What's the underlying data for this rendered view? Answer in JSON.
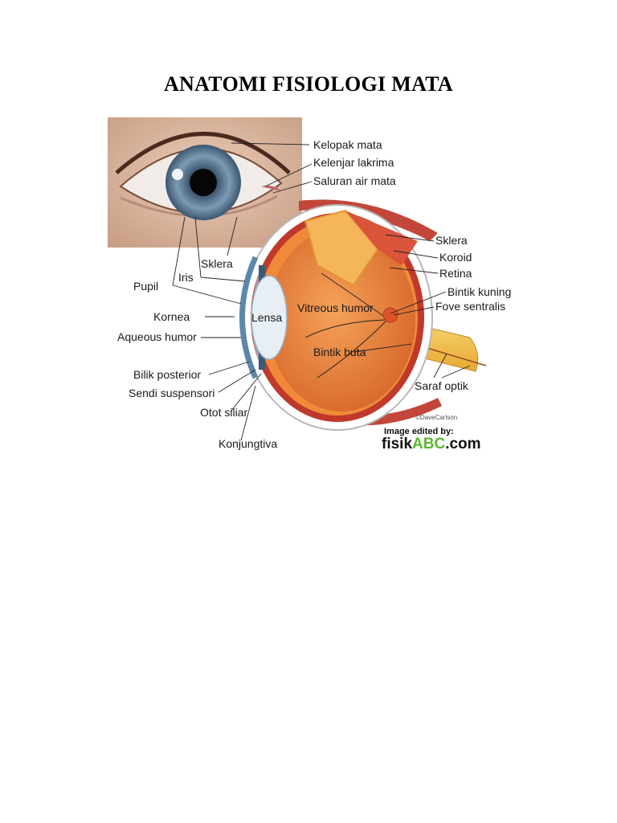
{
  "document": {
    "title": "ANATOMI FISIOLOGI MATA"
  },
  "figure": {
    "labels": {
      "kelopak_mata": "Kelopak mata",
      "kelenjar_lakrima": "Kelenjar lakrima",
      "saluran_air_mata": "Saluran air mata",
      "sklera_right": "Sklera",
      "koroid": "Koroid",
      "retina": "Retina",
      "bintik_kuning": "Bintik kuning",
      "fove_sentralis": "Fove sentralis",
      "sklera_left": "Sklera",
      "iris": "Iris",
      "pupil": "Pupil",
      "kornea": "Kornea",
      "aqueous_humor": "Aqueous humor",
      "bilik_posterior": "Bilik posterior",
      "sendi_suspensori": "Sendi suspensori",
      "otot_siliar": "Otot siliar",
      "konjungtiva": "Konjungtiva",
      "lensa": "Lensa",
      "vitreous_humor": "Vitreous humor",
      "bintik_buta": "Bintik buta",
      "saraf_optik": "Saraf optik"
    },
    "credit": "©DaveCarlson",
    "edited_by": "Image edited by:",
    "brand_prefix": "fisik",
    "brand_highlight": "ABC",
    "brand_suffix": ".com",
    "colors": {
      "brand_green": "#5ab82e",
      "sclera_red": "#c0392b",
      "retina_orange": "#e8862f",
      "iris_blue": "#6f8fa8"
    }
  }
}
